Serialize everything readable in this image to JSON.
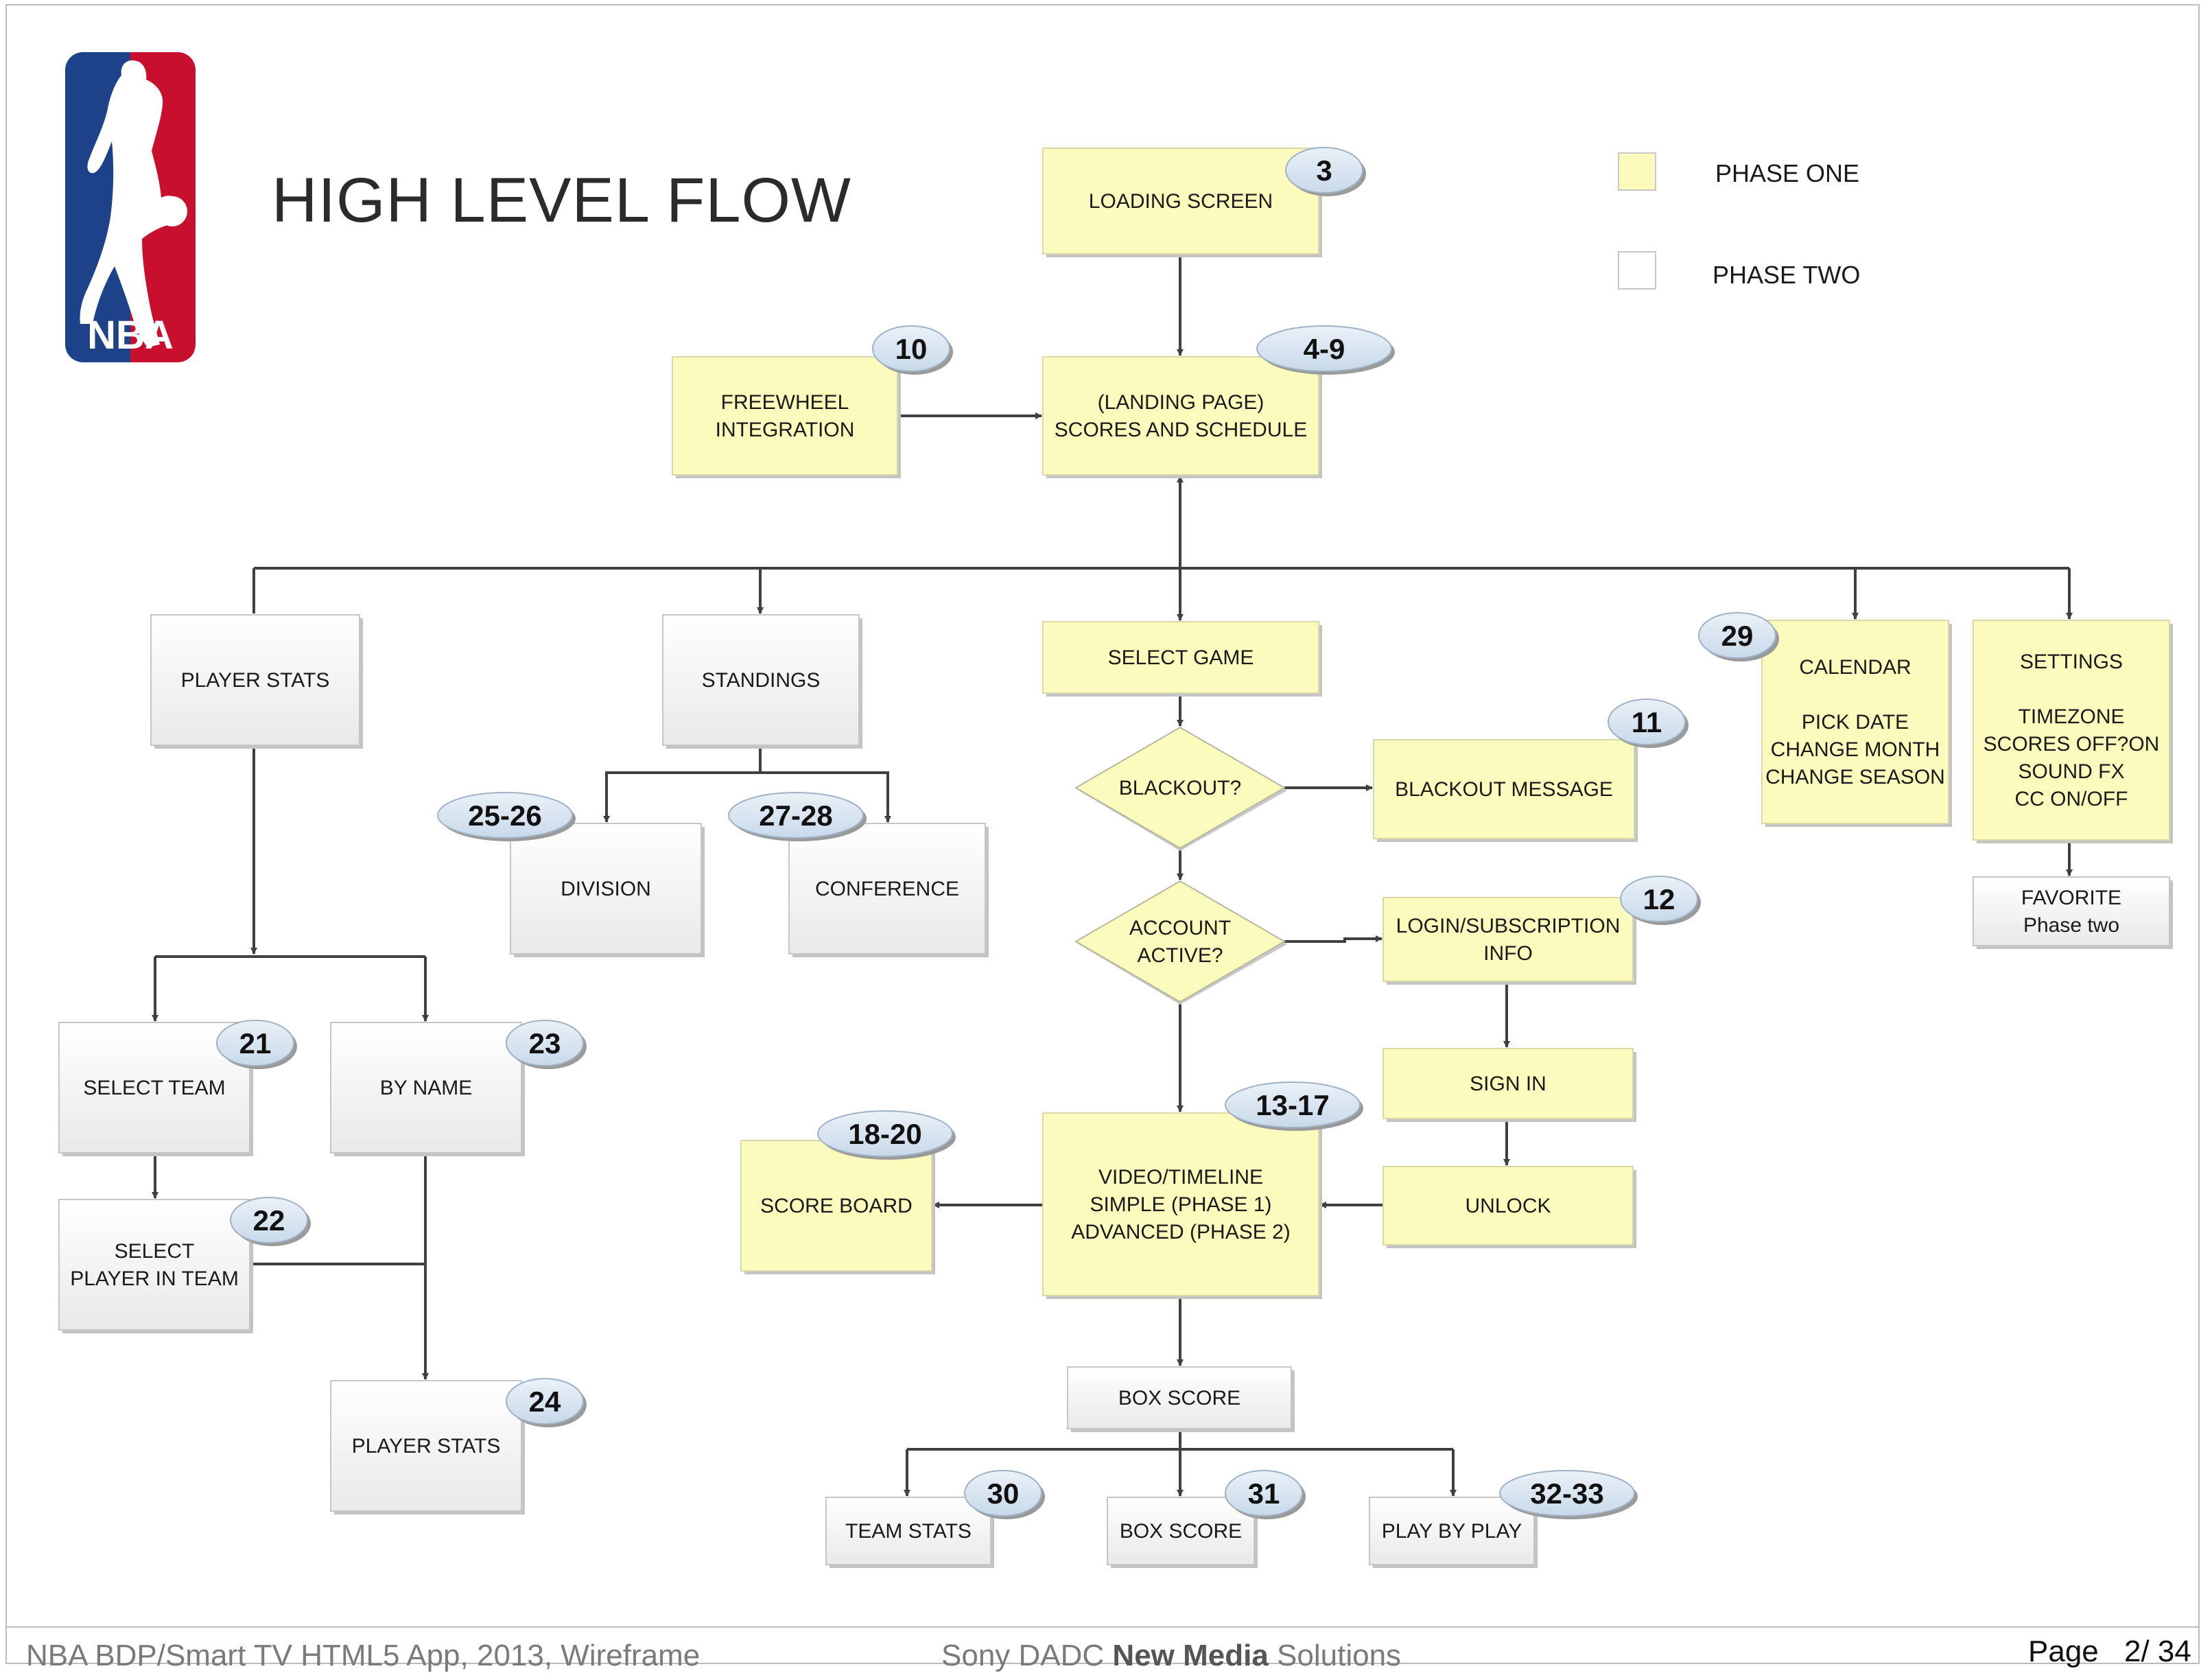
{
  "page": {
    "title": "HIGH LEVEL FLOW",
    "logo_text": "NBA"
  },
  "legend": {
    "phase_one": {
      "label": "PHASE ONE",
      "color": "#fbfbbd"
    },
    "phase_two": {
      "label": "PHASE TWO",
      "color": "#ffffff"
    }
  },
  "nodes": [
    {
      "id": "loading",
      "lines": [
        "LOADING SCREEN"
      ],
      "phase": 1,
      "badge": "3"
    },
    {
      "id": "landing",
      "lines": [
        "(LANDING PAGE)",
        "SCORES AND SCHEDULE"
      ],
      "phase": 1,
      "badge": "4-9"
    },
    {
      "id": "freewheel",
      "lines": [
        "FREEWHEEL",
        "INTEGRATION"
      ],
      "phase": 1,
      "badge": "10"
    },
    {
      "id": "player_stats",
      "lines": [
        "PLAYER STATS"
      ],
      "phase": 2,
      "badge": ""
    },
    {
      "id": "standings",
      "lines": [
        "STANDINGS"
      ],
      "phase": 2,
      "badge": ""
    },
    {
      "id": "select_game",
      "lines": [
        "SELECT GAME"
      ],
      "phase": 1,
      "badge": ""
    },
    {
      "id": "calendar",
      "lines": [
        "CALENDAR",
        "",
        "PICK DATE",
        "CHANGE MONTH",
        "CHANGE SEASON"
      ],
      "phase": 1,
      "badge": "29"
    },
    {
      "id": "settings",
      "lines": [
        "SETTINGS",
        "",
        "TIMEZONE",
        "SCORES OFF?ON",
        "SOUND FX",
        "CC ON/OFF"
      ],
      "phase": 1,
      "badge": ""
    },
    {
      "id": "favorite",
      "lines": [
        "FAVORITE",
        "Phase two"
      ],
      "phase": 2,
      "badge": ""
    },
    {
      "id": "blackout",
      "lines": [
        "BLACKOUT?"
      ],
      "phase": 1,
      "badge": "",
      "shape": "diamond"
    },
    {
      "id": "blackout_msg",
      "lines": [
        "BLACKOUT MESSAGE"
      ],
      "phase": 1,
      "badge": "11"
    },
    {
      "id": "account",
      "lines": [
        "ACCOUNT",
        "ACTIVE?"
      ],
      "phase": 1,
      "badge": "",
      "shape": "diamond"
    },
    {
      "id": "login",
      "lines": [
        "LOGIN/SUBSCRIPTION",
        "INFO"
      ],
      "phase": 1,
      "badge": "12"
    },
    {
      "id": "division",
      "lines": [
        "DIVISION"
      ],
      "phase": 2,
      "badge": "25-26"
    },
    {
      "id": "conference",
      "lines": [
        "CONFERENCE"
      ],
      "phase": 2,
      "badge": "27-28"
    },
    {
      "id": "select_team",
      "lines": [
        "SELECT TEAM"
      ],
      "phase": 2,
      "badge": "21"
    },
    {
      "id": "by_name",
      "lines": [
        "BY NAME"
      ],
      "phase": 2,
      "badge": "23"
    },
    {
      "id": "select_player",
      "lines": [
        "SELECT",
        "PLAYER IN TEAM"
      ],
      "phase": 2,
      "badge": "22"
    },
    {
      "id": "player_stats2",
      "lines": [
        "PLAYER STATS"
      ],
      "phase": 2,
      "badge": "24"
    },
    {
      "id": "sign_in",
      "lines": [
        "SIGN IN"
      ],
      "phase": 1,
      "badge": ""
    },
    {
      "id": "unlock",
      "lines": [
        "UNLOCK"
      ],
      "phase": 1,
      "badge": ""
    },
    {
      "id": "video",
      "lines": [
        "VIDEO/TIMELINE",
        "SIMPLE (PHASE 1)",
        "ADVANCED (PHASE 2)"
      ],
      "phase": 1,
      "badge": "13-17"
    },
    {
      "id": "score_board",
      "lines": [
        "SCORE BOARD"
      ],
      "phase": 1,
      "badge": "18-20"
    },
    {
      "id": "box_score",
      "lines": [
        "BOX SCORE"
      ],
      "phase": 2,
      "badge": ""
    },
    {
      "id": "team_stats",
      "lines": [
        "TEAM STATS"
      ],
      "phase": 2,
      "badge": "30"
    },
    {
      "id": "box_score2",
      "lines": [
        "BOX SCORE"
      ],
      "phase": 2,
      "badge": "31"
    },
    {
      "id": "play_by_play",
      "lines": [
        "PLAY BY PLAY"
      ],
      "phase": 2,
      "badge": "32-33"
    }
  ],
  "footer": {
    "left": "NBA BDP/Smart TV HTML5 App, 2013, Wireframe",
    "mid_pre": "Sony DADC ",
    "mid_bold": "New Media",
    "mid_post": " Solutions",
    "page_word": "Page",
    "page_num": "2/ 34"
  }
}
